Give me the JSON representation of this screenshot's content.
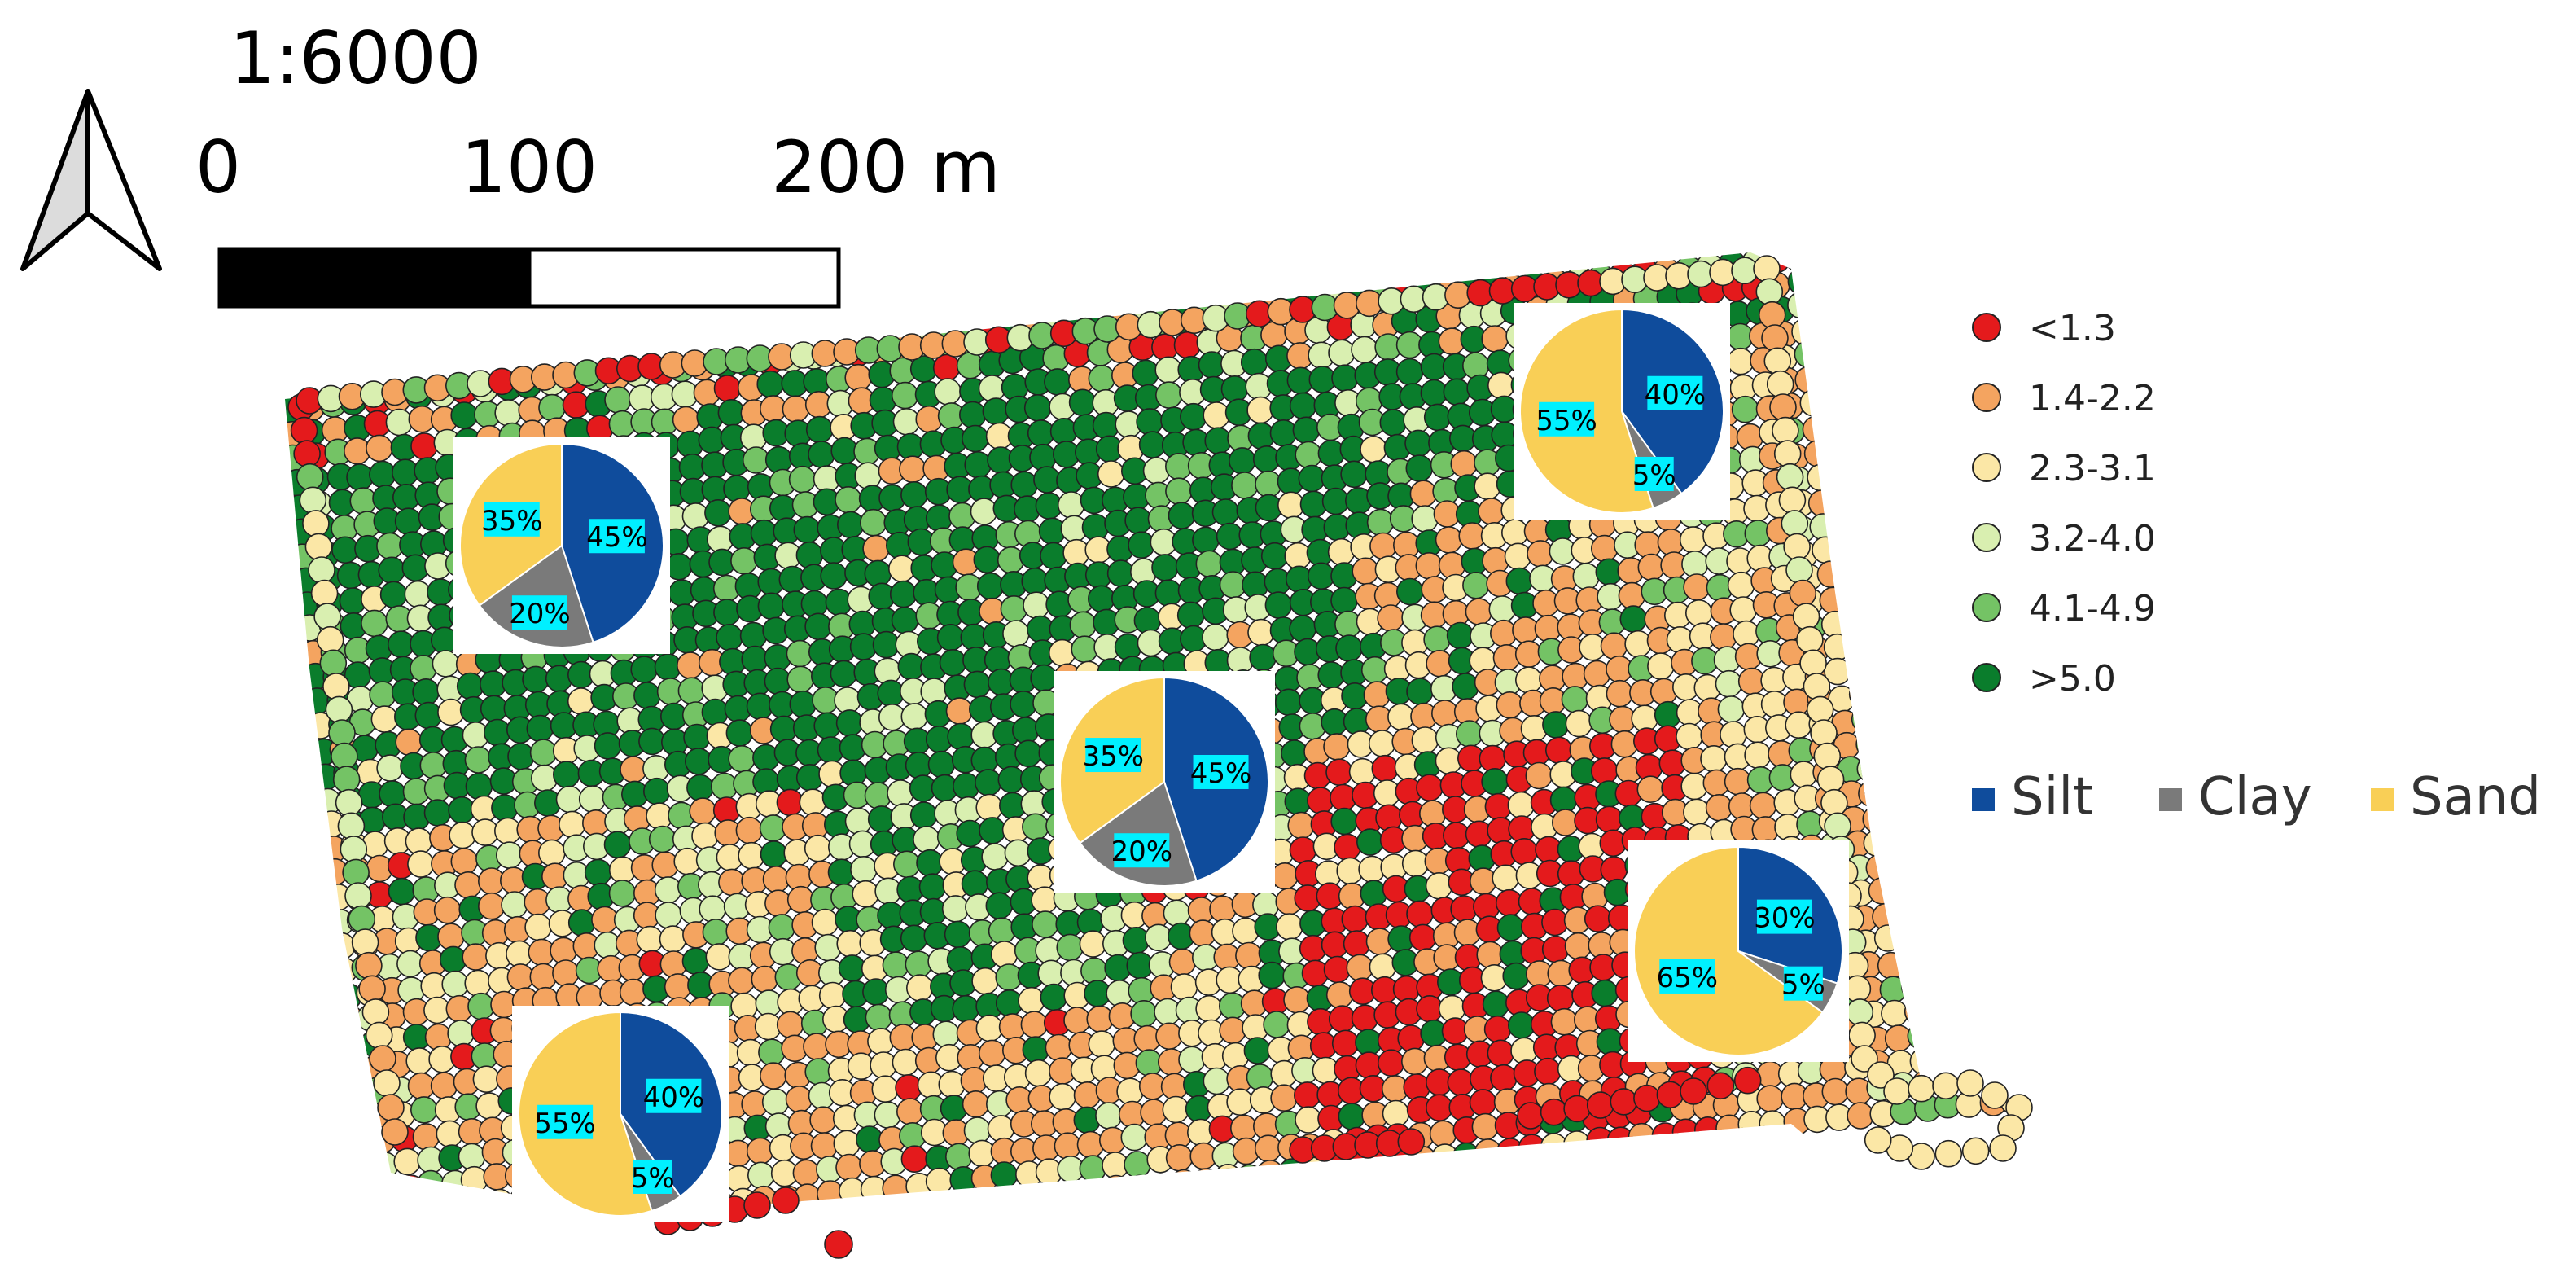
{
  "map": {
    "scale_ratio": "1:6000",
    "scalebar": {
      "ticks": [
        "0",
        "100",
        "200 m"
      ],
      "segments": [
        {
          "from": 0,
          "to": 100,
          "fill": "#000000"
        },
        {
          "from": 100,
          "to": 200,
          "fill": "#ffffff"
        }
      ],
      "max_m": 200
    },
    "north_arrow_icon": "north-arrow-icon"
  },
  "legend": {
    "classes": [
      {
        "label": "<1.3",
        "color": "#e41a1c"
      },
      {
        "label": "1.4-2.2",
        "color": "#f4a460"
      },
      {
        "label": "2.3-3.1",
        "color": "#fbe7a6"
      },
      {
        "label": "3.2-4.0",
        "color": "#d9efb0"
      },
      {
        "label": "4.1-4.9",
        "color": "#74c365"
      },
      {
        "label": ">5.0",
        "color": "#0a7d2c"
      }
    ],
    "texture": [
      {
        "label": "Silt",
        "color": "#0f4c9c"
      },
      {
        "label": "Clay",
        "color": "#7a7a7a"
      },
      {
        "label": "Sand",
        "color": "#f9cf56"
      }
    ]
  },
  "chart_data": {
    "type": "pie",
    "note_colors": {
      "silt": "#0f4c9c",
      "clay": "#7a7a7a",
      "sand": "#f9cf56",
      "label_bg": "#00f0ff"
    },
    "pies": [
      {
        "name": "pie-top-left",
        "silt": 45,
        "clay": 20,
        "sand": 35,
        "labels": {
          "silt": "45%",
          "clay": "20%",
          "sand": "35%"
        }
      },
      {
        "name": "pie-top-right",
        "silt": 40,
        "clay": 5,
        "sand": 55,
        "labels": {
          "silt": "40%",
          "clay": "5%",
          "sand": "55%"
        }
      },
      {
        "name": "pie-center",
        "silt": 45,
        "clay": 20,
        "sand": 35,
        "labels": {
          "silt": "45%",
          "clay": "20%",
          "sand": "35%"
        }
      },
      {
        "name": "pie-bottom-right",
        "silt": 30,
        "clay": 5,
        "sand": 65,
        "labels": {
          "silt": "30%",
          "clay": "5%",
          "sand": "65%"
        }
      },
      {
        "name": "pie-bottom-left",
        "silt": 40,
        "clay": 5,
        "sand": 55,
        "labels": {
          "silt": "40%",
          "clay": "5%",
          "sand": "55%"
        }
      }
    ]
  }
}
